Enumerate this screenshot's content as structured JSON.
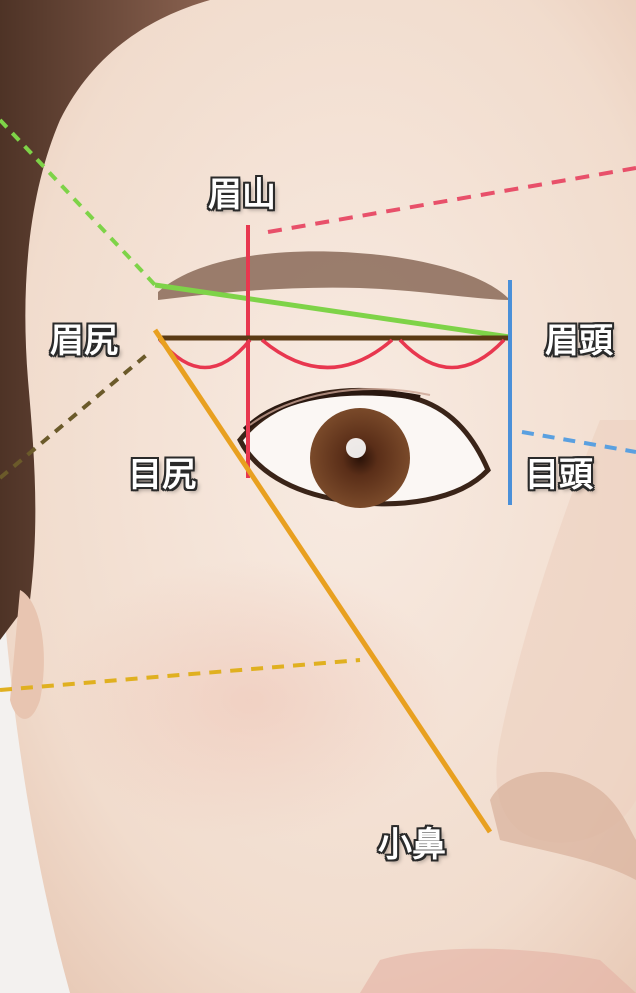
{
  "labels": {
    "brow_peak": "眉山",
    "brow_tail": "眉尻",
    "brow_head": "眉頭",
    "eye_tail": "目尻",
    "eye_head": "目頭",
    "nose_wing": "小鼻"
  },
  "colors": {
    "skin_light": "#f6e6dc",
    "skin_mid": "#efd6c6",
    "skin_shadow": "#e2c0ab",
    "hair": "#6b4a3a",
    "brow": "#8a6a58",
    "iris": "#6b3e26",
    "line_green": "#7ed348",
    "line_red": "#e8374f",
    "line_pink_dashed": "#e8506a",
    "line_blue": "#4a90d9",
    "line_blue_dashed": "#5aa0e0",
    "line_orange": "#e8a020",
    "line_brown": "#5a3a14",
    "line_olive_dashed": "#6b5a2a",
    "line_yellow_dashed": "#e0b020",
    "label_text": "#ffffff",
    "label_outline": "#2a2a2a"
  }
}
